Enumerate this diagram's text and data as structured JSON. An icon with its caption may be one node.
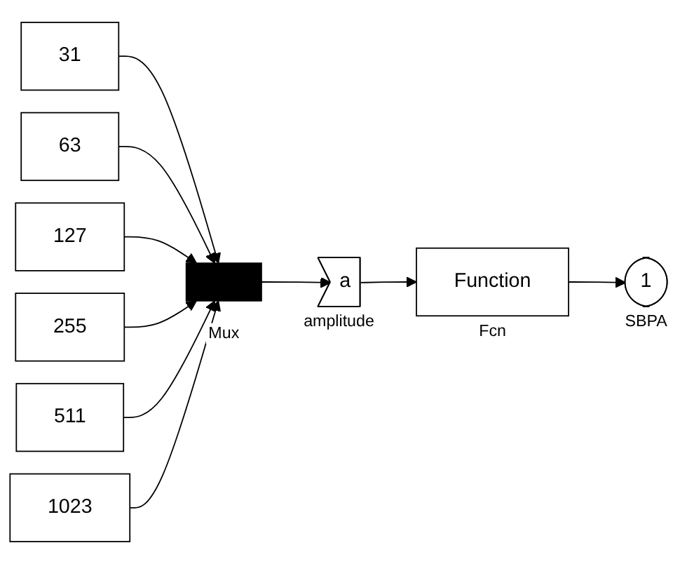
{
  "diagram": {
    "nodes": [
      {
        "text": [
          "31"
        ]
      },
      {
        "text": [
          "63"
        ]
      },
      {
        "text": [
          "127"
        ]
      },
      {
        "text": [
          "255"
        ]
      },
      {
        "text": [
          "511"
        ]
      },
      {
        "text": [
          "1023"
        ]
      },
      {
        "text": [],
        "shape": "bar",
        "beside": [
          "Mux"
        ]
      },
      {
        "text": [
          "a"
        ],
        "beside": [
          "amplitude"
        ]
      },
      {
        "text": [
          "Function"
        ],
        "beside": [
          "Fcn"
        ]
      },
      {
        "text": [
          "1"
        ],
        "beside": [
          "SBPA"
        ]
      }
    ],
    "edges": [
      {
        "from": 0,
        "to": 6,
        "arrow": "to"
      },
      {
        "from": 1,
        "to": 6,
        "arrow": "to"
      },
      {
        "from": 2,
        "to": 6,
        "arrow": "to"
      },
      {
        "from": 3,
        "to": 6,
        "arrow": "to"
      },
      {
        "from": 4,
        "to": 6,
        "arrow": "to"
      },
      {
        "from": 5,
        "to": 6,
        "arrow": "to"
      },
      {
        "from": 6,
        "to": 7,
        "arrow": "to"
      },
      {
        "from": 7,
        "to": 8,
        "arrow": "to"
      },
      {
        "from": 8,
        "to": 9,
        "arrow": "to"
      }
    ]
  }
}
